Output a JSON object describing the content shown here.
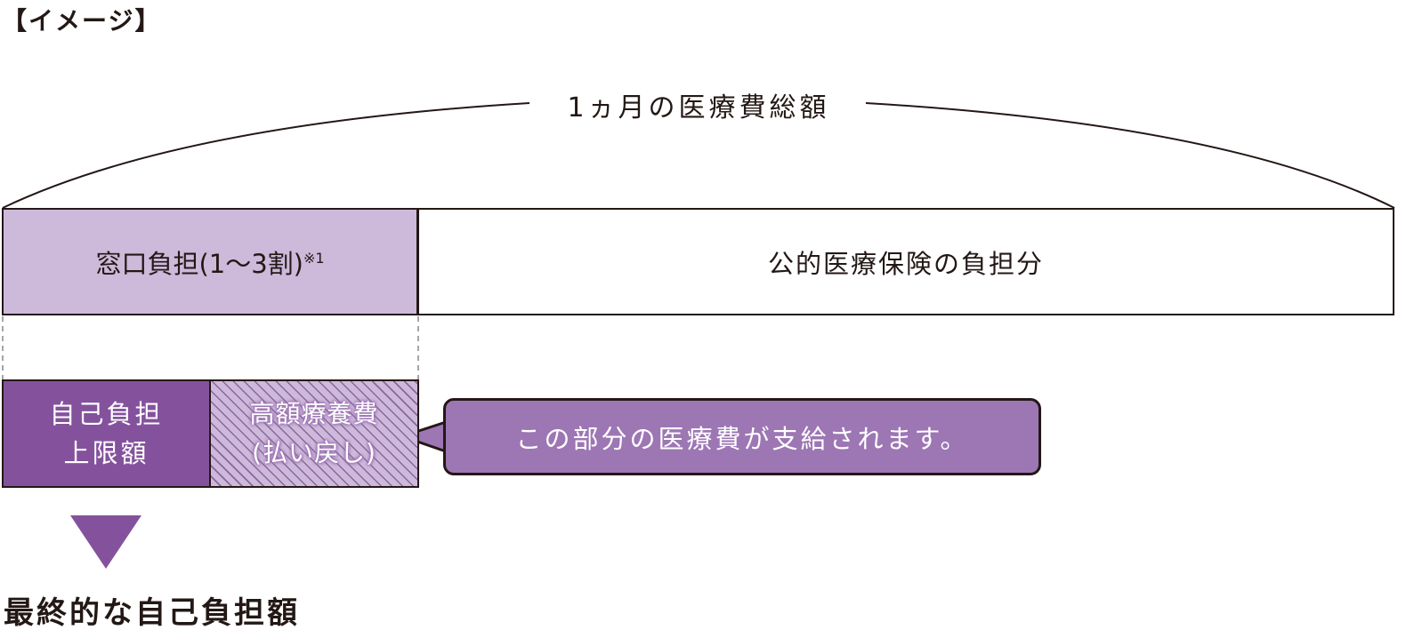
{
  "header": {
    "title": "【イメージ】"
  },
  "diagram": {
    "total_label": "1ヵ月の医療費総額",
    "top_row": {
      "window_payment": {
        "label": "窓口負担(1〜3割)",
        "note": "※1",
        "fill": "#cdb9da"
      },
      "public_insurance": {
        "label": "公的医療保険の負担分",
        "fill": "#ffffff"
      }
    },
    "bottom_row": {
      "self_limit": {
        "line1": "自己負担",
        "line2": "上限額",
        "fill": "#84529d"
      },
      "high_cost": {
        "line1": "高額療養費",
        "line2": "(払い戻し)",
        "fill": "#cdb9da"
      }
    },
    "callout": {
      "text": "この部分の医療費が支給されます。",
      "fill": "#9d76b4"
    },
    "arrow": {
      "icon": "down-triangle-icon",
      "color": "#84529d"
    },
    "result_label": "最終的な自己負担額"
  },
  "colors": {
    "outline": "#231815",
    "dark_purple": "#84529d",
    "mid_purple": "#9d76b4",
    "light_purple": "#cdb9da"
  }
}
